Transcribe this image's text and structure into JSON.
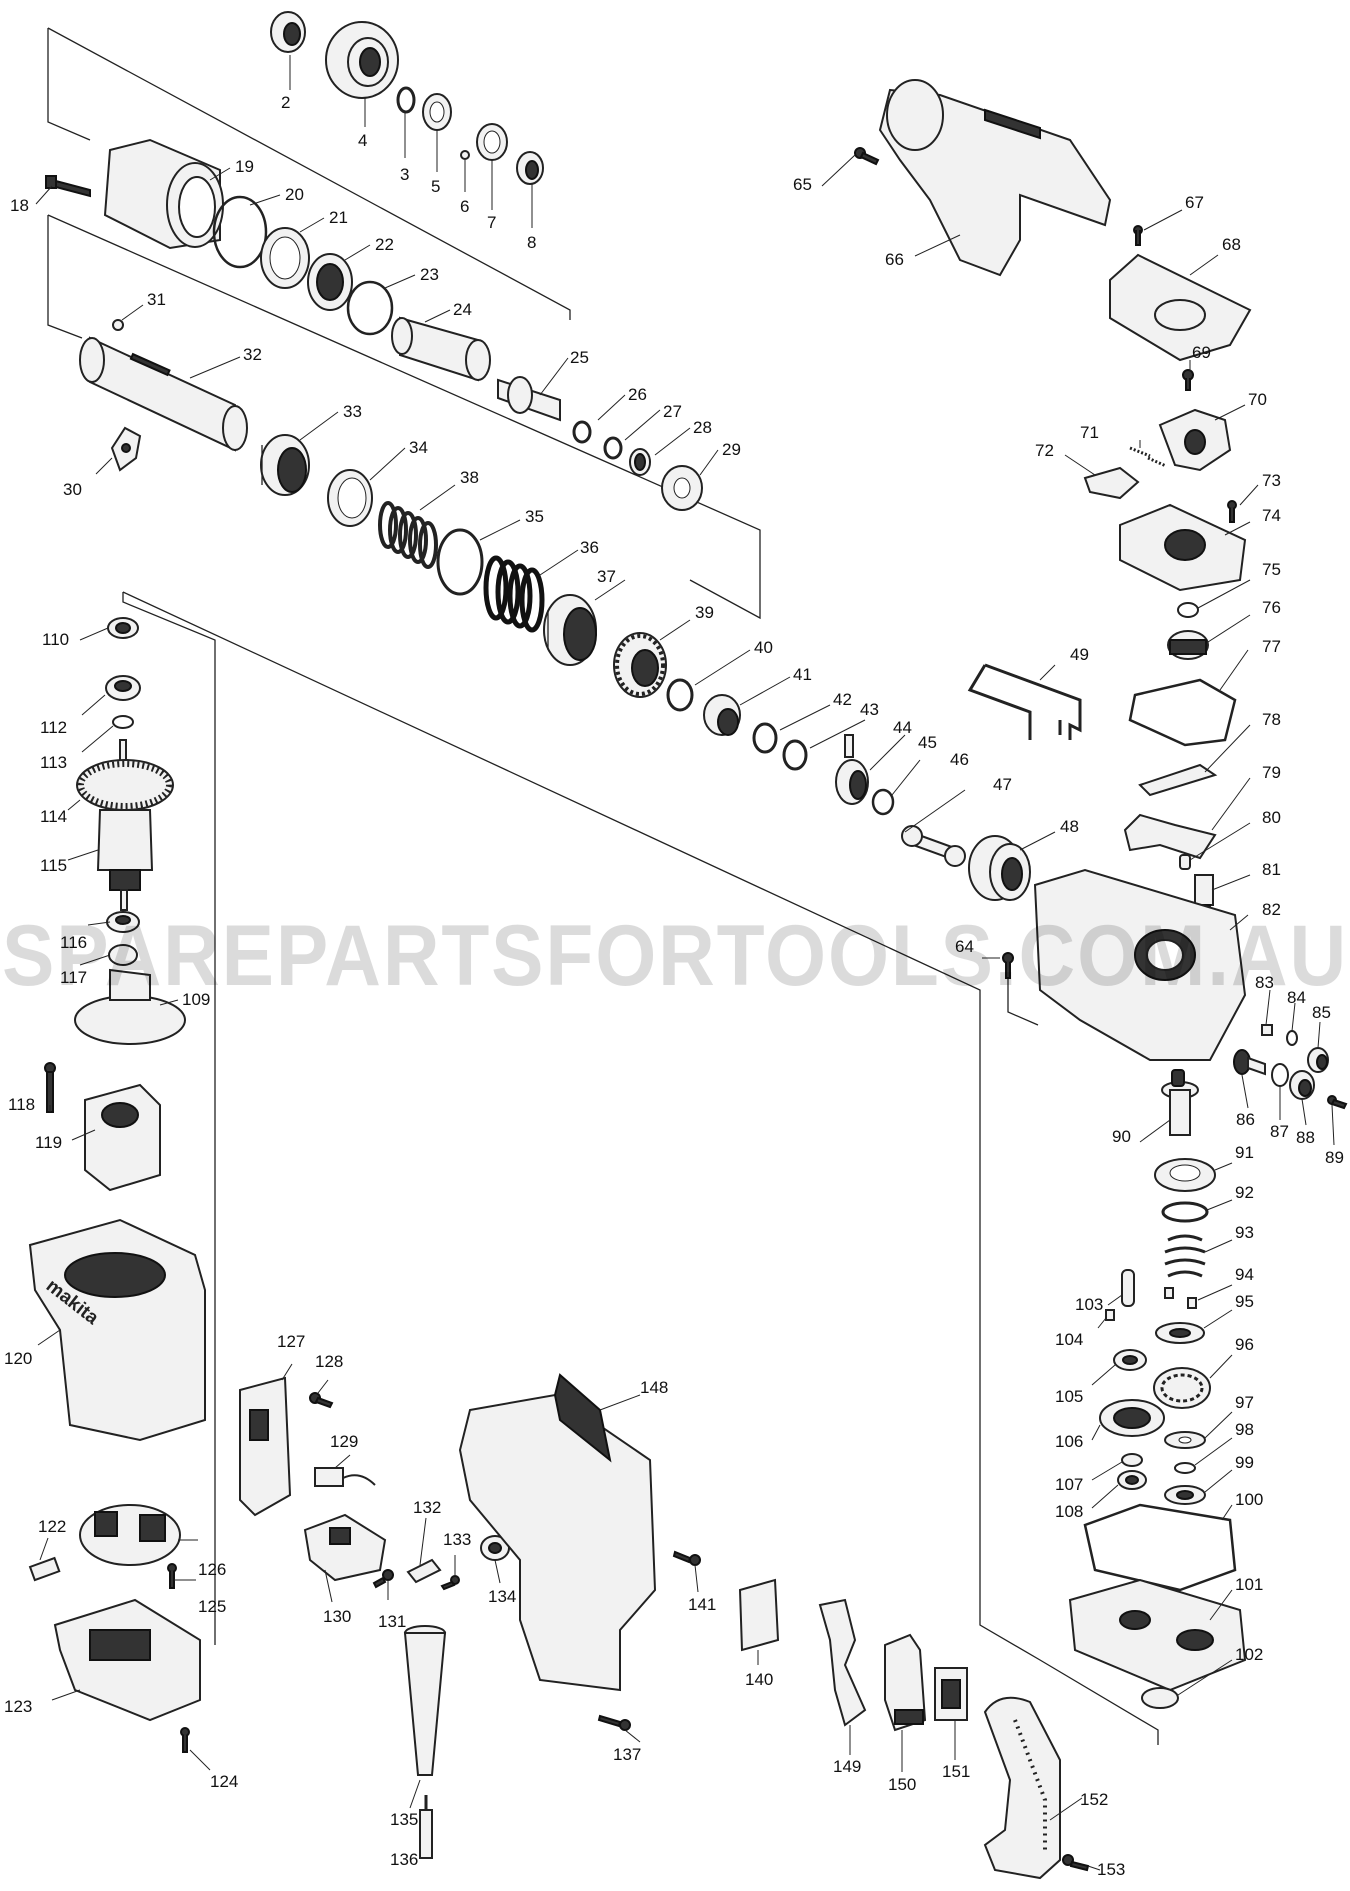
{
  "watermark": "SPAREPARTSFORTOOLS.COM.AU",
  "brand_label": "makita",
  "parts": [
    {
      "no": "2",
      "icon": "ring-nut-icon"
    },
    {
      "no": "3",
      "icon": "snap-ring-icon"
    },
    {
      "no": "4",
      "icon": "chuck-cover-icon"
    },
    {
      "no": "5",
      "icon": "washer-icon"
    },
    {
      "no": "6",
      "icon": "steel-ball-icon"
    },
    {
      "no": "7",
      "icon": "washer-icon"
    },
    {
      "no": "8",
      "icon": "ring-icon"
    },
    {
      "no": "18",
      "icon": "screw-icon"
    },
    {
      "no": "19",
      "icon": "barrel-housing-icon"
    },
    {
      "no": "20",
      "icon": "o-ring-icon"
    },
    {
      "no": "21",
      "icon": "ring-icon"
    },
    {
      "no": "22",
      "icon": "ring-icon"
    },
    {
      "no": "23",
      "icon": "o-ring-icon"
    },
    {
      "no": "24",
      "icon": "impact-bolt-icon"
    },
    {
      "no": "25",
      "icon": "striker-icon"
    },
    {
      "no": "26",
      "icon": "o-ring-icon"
    },
    {
      "no": "27",
      "icon": "o-ring-icon"
    },
    {
      "no": "28",
      "icon": "ring-icon"
    },
    {
      "no": "29",
      "icon": "bearing-icon"
    },
    {
      "no": "30",
      "icon": "plate-icon"
    },
    {
      "no": "31",
      "icon": "steel-ball-icon"
    },
    {
      "no": "32",
      "icon": "tool-holder-icon"
    },
    {
      "no": "33",
      "icon": "sleeve-icon"
    },
    {
      "no": "34",
      "icon": "sleeve-icon"
    },
    {
      "no": "35",
      "icon": "ring-icon"
    },
    {
      "no": "36",
      "icon": "spring-icon"
    },
    {
      "no": "37",
      "icon": "clutch-cam-icon"
    },
    {
      "no": "38",
      "icon": "spring-icon"
    },
    {
      "no": "39",
      "icon": "gear-icon"
    },
    {
      "no": "40",
      "icon": "o-ring-icon"
    },
    {
      "no": "41",
      "icon": "piston-icon"
    },
    {
      "no": "42",
      "icon": "o-ring-icon"
    },
    {
      "no": "43",
      "icon": "pin-icon"
    },
    {
      "no": "44",
      "icon": "piston-icon"
    },
    {
      "no": "45",
      "icon": "o-ring-icon"
    },
    {
      "no": "46",
      "icon": "o-ring-icon"
    },
    {
      "no": "47",
      "icon": "connecting-rod-icon"
    },
    {
      "no": "48",
      "icon": "cylinder-icon"
    },
    {
      "no": "49",
      "icon": "wire-clip-icon"
    },
    {
      "no": "64",
      "icon": "screw-icon"
    },
    {
      "no": "65",
      "icon": "screw-icon"
    },
    {
      "no": "66",
      "icon": "front-cover-icon"
    },
    {
      "no": "67",
      "icon": "screw-icon"
    },
    {
      "no": "68",
      "icon": "cover-icon"
    },
    {
      "no": "69",
      "icon": "screw-icon"
    },
    {
      "no": "70",
      "icon": "lock-lever-icon"
    },
    {
      "no": "71",
      "icon": "spring-icon"
    },
    {
      "no": "72",
      "icon": "button-icon"
    },
    {
      "no": "73",
      "icon": "screw-icon"
    },
    {
      "no": "74",
      "icon": "bracket-icon"
    },
    {
      "no": "75",
      "icon": "o-ring-icon"
    },
    {
      "no": "76",
      "icon": "gear-icon"
    },
    {
      "no": "77",
      "icon": "gasket-icon"
    },
    {
      "no": "78",
      "icon": "leaf-spring-icon"
    },
    {
      "no": "79",
      "icon": "wire-clip-icon"
    },
    {
      "no": "80",
      "icon": "pin-icon"
    },
    {
      "no": "81",
      "icon": "shaft-icon"
    },
    {
      "no": "82",
      "icon": "gear-housing-icon"
    },
    {
      "no": "83",
      "icon": "pin-icon"
    },
    {
      "no": "84",
      "icon": "o-ring-icon"
    },
    {
      "no": "85",
      "icon": "cap-icon"
    },
    {
      "no": "86",
      "icon": "gear-icon"
    },
    {
      "no": "87",
      "icon": "o-ring-icon"
    },
    {
      "no": "88",
      "icon": "cap-icon"
    },
    {
      "no": "89",
      "icon": "screw-icon"
    },
    {
      "no": "90",
      "icon": "shaft-icon"
    },
    {
      "no": "91",
      "icon": "bearing-icon"
    },
    {
      "no": "92",
      "icon": "snap-ring-icon"
    },
    {
      "no": "93",
      "icon": "spring-icon"
    },
    {
      "no": "94",
      "icon": "pin-icon"
    },
    {
      "no": "95",
      "icon": "clutch-plate-icon"
    },
    {
      "no": "96",
      "icon": "gear-icon"
    },
    {
      "no": "97",
      "icon": "washer-icon"
    },
    {
      "no": "98",
      "icon": "washer-icon"
    },
    {
      "no": "99",
      "icon": "washer-icon"
    },
    {
      "no": "100",
      "icon": "gasket-icon"
    },
    {
      "no": "101",
      "icon": "bearing-box-icon"
    },
    {
      "no": "102",
      "icon": "washer-icon"
    },
    {
      "no": "103",
      "icon": "pin-icon"
    },
    {
      "no": "104",
      "icon": "pin-icon"
    },
    {
      "no": "105",
      "icon": "bearing-icon"
    },
    {
      "no": "106",
      "icon": "gear-icon"
    },
    {
      "no": "107",
      "icon": "washer-icon"
    },
    {
      "no": "108",
      "icon": "bearing-icon"
    },
    {
      "no": "109",
      "icon": "baffle-plate-icon"
    },
    {
      "no": "110",
      "icon": "ring-icon"
    },
    {
      "no": "112",
      "icon": "bearing-icon"
    },
    {
      "no": "113",
      "icon": "washer-icon"
    },
    {
      "no": "114",
      "icon": "fan-icon"
    },
    {
      "no": "115",
      "icon": "armature-icon"
    },
    {
      "no": "116",
      "icon": "bearing-icon"
    },
    {
      "no": "117",
      "icon": "ring-icon"
    },
    {
      "no": "118",
      "icon": "screw-icon"
    },
    {
      "no": "119",
      "icon": "field-icon"
    },
    {
      "no": "120",
      "icon": "motor-housing-icon"
    },
    {
      "no": "122",
      "icon": "carbon-brush-icon"
    },
    {
      "no": "123",
      "icon": "rear-cover-icon"
    },
    {
      "no": "124",
      "icon": "screw-icon"
    },
    {
      "no": "125",
      "icon": "screw-icon"
    },
    {
      "no": "126",
      "icon": "brush-holder-icon"
    },
    {
      "no": "127",
      "icon": "controller-icon"
    },
    {
      "no": "128",
      "icon": "screw-icon"
    },
    {
      "no": "129",
      "icon": "noise-suppressor-icon"
    },
    {
      "no": "130",
      "icon": "switch-icon"
    },
    {
      "no": "131",
      "icon": "screw-icon"
    },
    {
      "no": "132",
      "icon": "strain-relief-icon"
    },
    {
      "no": "133",
      "icon": "screw-icon"
    },
    {
      "no": "134",
      "icon": "cord-clamp-icon"
    },
    {
      "no": "135",
      "icon": "cord-guard-icon"
    },
    {
      "no": "136",
      "icon": "power-cord-icon"
    },
    {
      "no": "137",
      "icon": "screw-icon"
    },
    {
      "no": "140",
      "icon": "name-plate-icon"
    },
    {
      "no": "141",
      "icon": "screw-icon"
    },
    {
      "no": "148",
      "icon": "handle-set-icon"
    },
    {
      "no": "149",
      "icon": "switch-lever-icon"
    },
    {
      "no": "150",
      "icon": "switch-icon"
    },
    {
      "no": "151",
      "icon": "switch-icon"
    },
    {
      "no": "152",
      "icon": "grip-cover-icon"
    },
    {
      "no": "153",
      "icon": "screw-icon"
    }
  ]
}
